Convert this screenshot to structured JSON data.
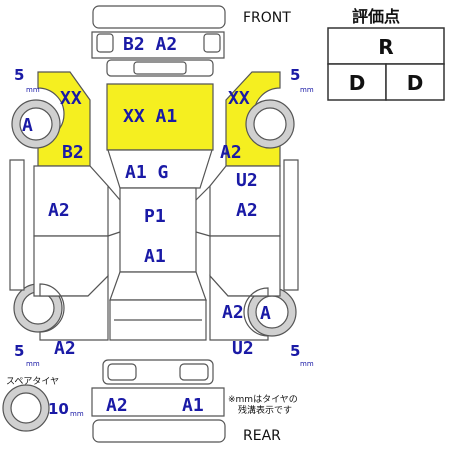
{
  "header": {
    "front": "FRONT",
    "rear": "REAR",
    "grade_title": "評価点"
  },
  "grade": {
    "overall": "R",
    "interior": "D",
    "exterior": "D"
  },
  "marks": {
    "front_bumper": "B2 A2",
    "hood": "XX A1",
    "front_left_fender_top": "XX",
    "front_left_fender_bottom": "B2",
    "front_right_fender_top": "XX",
    "front_right_fender_bottom": "A2",
    "windshield": "A1 G",
    "roof_top": "P1",
    "roof_bottom": "A1",
    "left_front_door": "A2",
    "right_front_door_top": "U2",
    "right_front_door": "A2",
    "rear_left_quarter": "A2",
    "rear_right_quarter_top": "A2",
    "rear_right_quarter": "U2",
    "rear_bumper_left": "A2",
    "rear_bumper_right": "A1",
    "front_left_wheel": "A",
    "rear_right_wheel": "A"
  },
  "tires": {
    "front_left_value": "5",
    "front_right_value": "5",
    "rear_left_value": "5",
    "rear_right_value": "5",
    "spare_value": "10",
    "unit": "mm",
    "spare_label": "スペアタイヤ"
  },
  "notes": {
    "line1": "※mmはタイヤの",
    "line2": "残溝表示です"
  },
  "colors": {
    "highlight": "#f5ef20",
    "mark_text": "#1a1aa6",
    "outline": "#555555"
  }
}
